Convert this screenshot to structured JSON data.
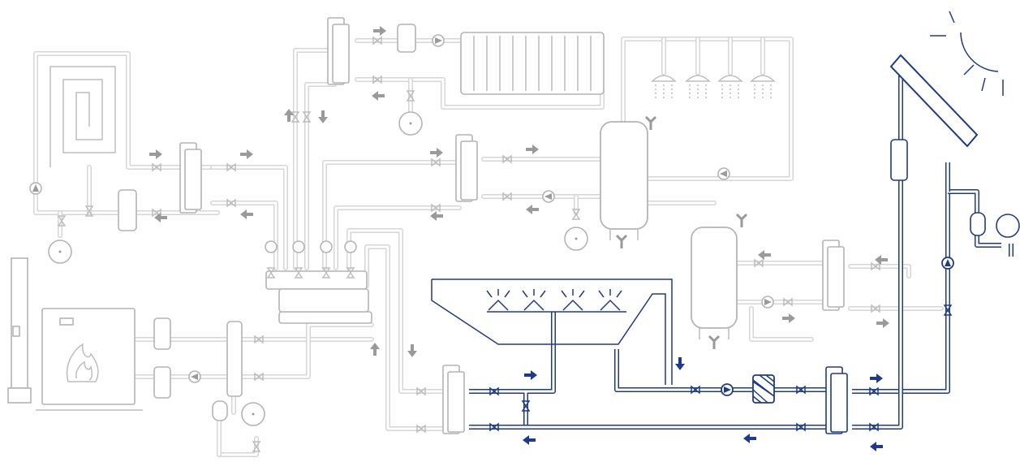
{
  "diagram": {
    "kind": "hydronic heating and hot water schematic",
    "colors": {
      "pipe": "#d6d6d6",
      "component_outline": "#b4b4b4",
      "flow_arrow": "#9a9a9a",
      "highlight_loop": "#1f3a8a",
      "background": "#ffffff"
    },
    "components": [
      "chimney-icon",
      "boiler-flame-icon",
      "underfloor-heating-coil",
      "radiator-icon",
      "shower-head-icon",
      "hot-water-storage-tank",
      "buffer-tank",
      "plate-heat-exchanger",
      "circulation-pump-icon",
      "gate-valve-icon",
      "expansion-vessel-icon",
      "pressure-gauge-icon",
      "air-separator-icon",
      "strainer-filter-icon",
      "solar-collector-panel",
      "sun-icon",
      "pool-spray-nozzle-icon",
      "manifold-distributor"
    ]
  }
}
